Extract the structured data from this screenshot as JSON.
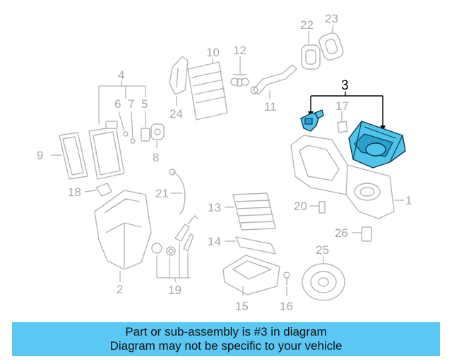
{
  "diagram": {
    "highlighted_part": "3",
    "callouts": [
      "1",
      "2",
      "3",
      "4",
      "5",
      "6",
      "7",
      "8",
      "9",
      "10",
      "11",
      "12",
      "13",
      "14",
      "15",
      "16",
      "17",
      "18",
      "19",
      "20",
      "21",
      "22",
      "23",
      "24",
      "25",
      "26"
    ]
  },
  "banner": {
    "line1": "Part or sub-assembly is #3 in diagram",
    "line2": "Diagram may not be specific to your vehicle",
    "background": "#5bc8f4"
  },
  "colors": {
    "highlight": "#4fc3e8",
    "linework": "#b4b4b4"
  }
}
